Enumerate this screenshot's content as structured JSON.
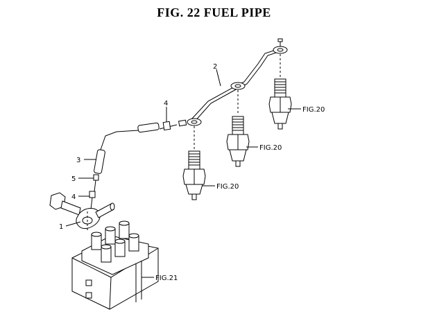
{
  "title": "FIG. 22  FUEL PIPE",
  "callouts": {
    "c1": "1",
    "c2": "2",
    "c3": "3",
    "c4a": "4",
    "c4b": "4",
    "c5": "5"
  },
  "refs": {
    "inj1": "FIG.20",
    "inj2": "FIG.20",
    "inj3": "FIG.20",
    "pump": "FIG.21"
  }
}
